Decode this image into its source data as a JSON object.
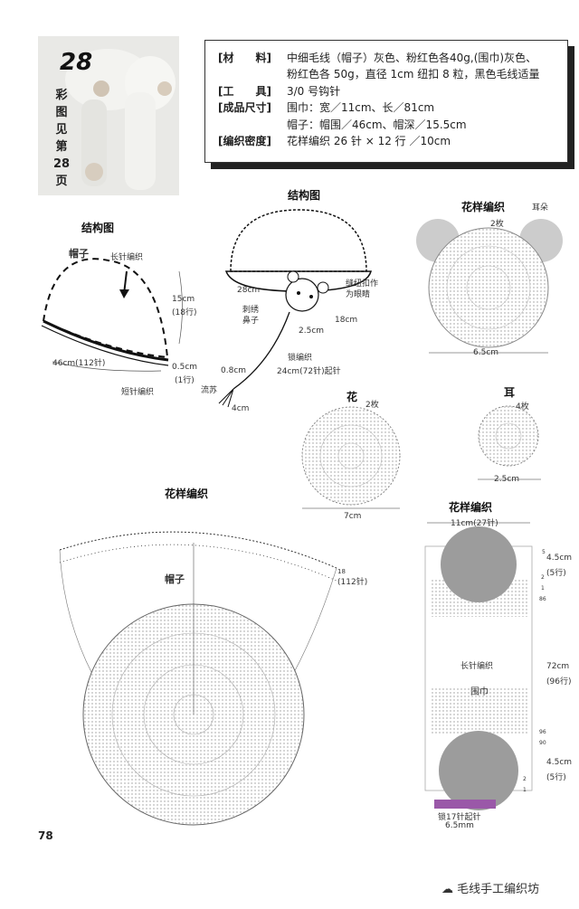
{
  "header": {
    "pattern_no": "28",
    "color_ref": [
      "彩",
      "图",
      "见",
      "第",
      "28",
      "页"
    ]
  },
  "materials": [
    {
      "label": "[材　　料]",
      "lines": [
        "中细毛线（帽子）灰色、粉红色各40g,(围巾)灰色、",
        "粉红色各 50g，直径 1cm 纽扣 8 粒，黑色毛线适量"
      ]
    },
    {
      "label": "[工　　具]",
      "lines": [
        "3/0 号钩针"
      ]
    },
    {
      "label": "[成品尺寸]",
      "lines": [
        "围巾：宽／11cm、长／81cm",
        "帽子：帽围／46cm、帽深／15.5cm"
      ]
    },
    {
      "label": "[编织密度]",
      "lines": [
        "花样编织  26 针 × 12 行 ／10cm"
      ]
    }
  ],
  "hat_structure": {
    "title": "结构图",
    "part": "帽子",
    "long_stitch": "长针编织",
    "height": "15cm",
    "height_rows": "(18行)",
    "circ": "46cm(112针)",
    "brim": "0.5cm",
    "brim_rows": "(1行)",
    "short_stitch": "短针编织"
  },
  "scarf_structure": {
    "title": "结构图",
    "c28": "28cm",
    "embroider": "刺绣",
    "nose": "鼻子",
    "button": "缝纽扣作",
    "eyes": "为眼睛",
    "c18": "18cm",
    "c25": "2.5cm",
    "chain": "锁编织",
    "c24": "24cm(72针)起针",
    "c08": "0.8cm",
    "tassel": "流苏",
    "c4": "4cm"
  },
  "ear_pattern": {
    "title": "花样编织",
    "ears": "耳朵",
    "count": "2枚",
    "width": "6.5cm"
  },
  "flower": {
    "title": "花",
    "count": "2枚",
    "width": "7cm"
  },
  "ear": {
    "title": "耳",
    "count": "4枚",
    "width": "2.5cm"
  },
  "hat_pattern": {
    "title": "花样编织",
    "part": "帽子",
    "rows": "18",
    "stitches": "(112针)"
  },
  "scarf_pattern": {
    "title": "花样编织",
    "width": "11cm(27针)",
    "top": "4.5cm",
    "top_rows": "(5行)",
    "mid": "72cm",
    "mid_rows": "(96行)",
    "bot": "4.5cm",
    "bot_rows": "(5行)",
    "long_stitch": "长针编织",
    "part": "围巾",
    "start": "锁17针起针",
    "start_w": "6.5mm",
    "row5": "5",
    "row2": "2",
    "row1": "1",
    "row86": "86",
    "row96": "96",
    "row90": "90",
    "rowA": "2",
    "rowB": "1"
  },
  "footer": {
    "page": "78",
    "watermark": "毛线手工编织坊"
  },
  "colors": {
    "gray": "#a0a0a0",
    "dark": "#555555",
    "purple": "#9a58a8",
    "ink": "#333333"
  }
}
